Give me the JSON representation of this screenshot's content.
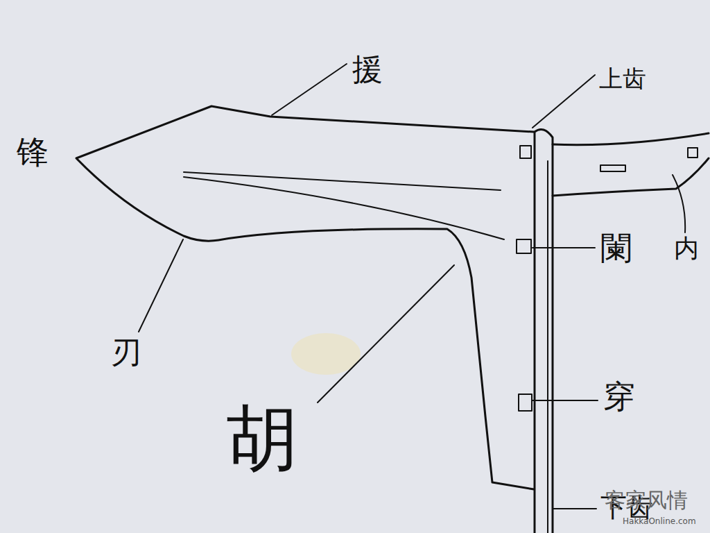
{
  "diagram": {
    "labels": [
      "援",
      "上齿",
      "锋",
      "闌",
      "内",
      "刃",
      "胡",
      "穿",
      "下齿",
      "客家风情",
      "HakkaOnline.com"
    ]
  }
}
